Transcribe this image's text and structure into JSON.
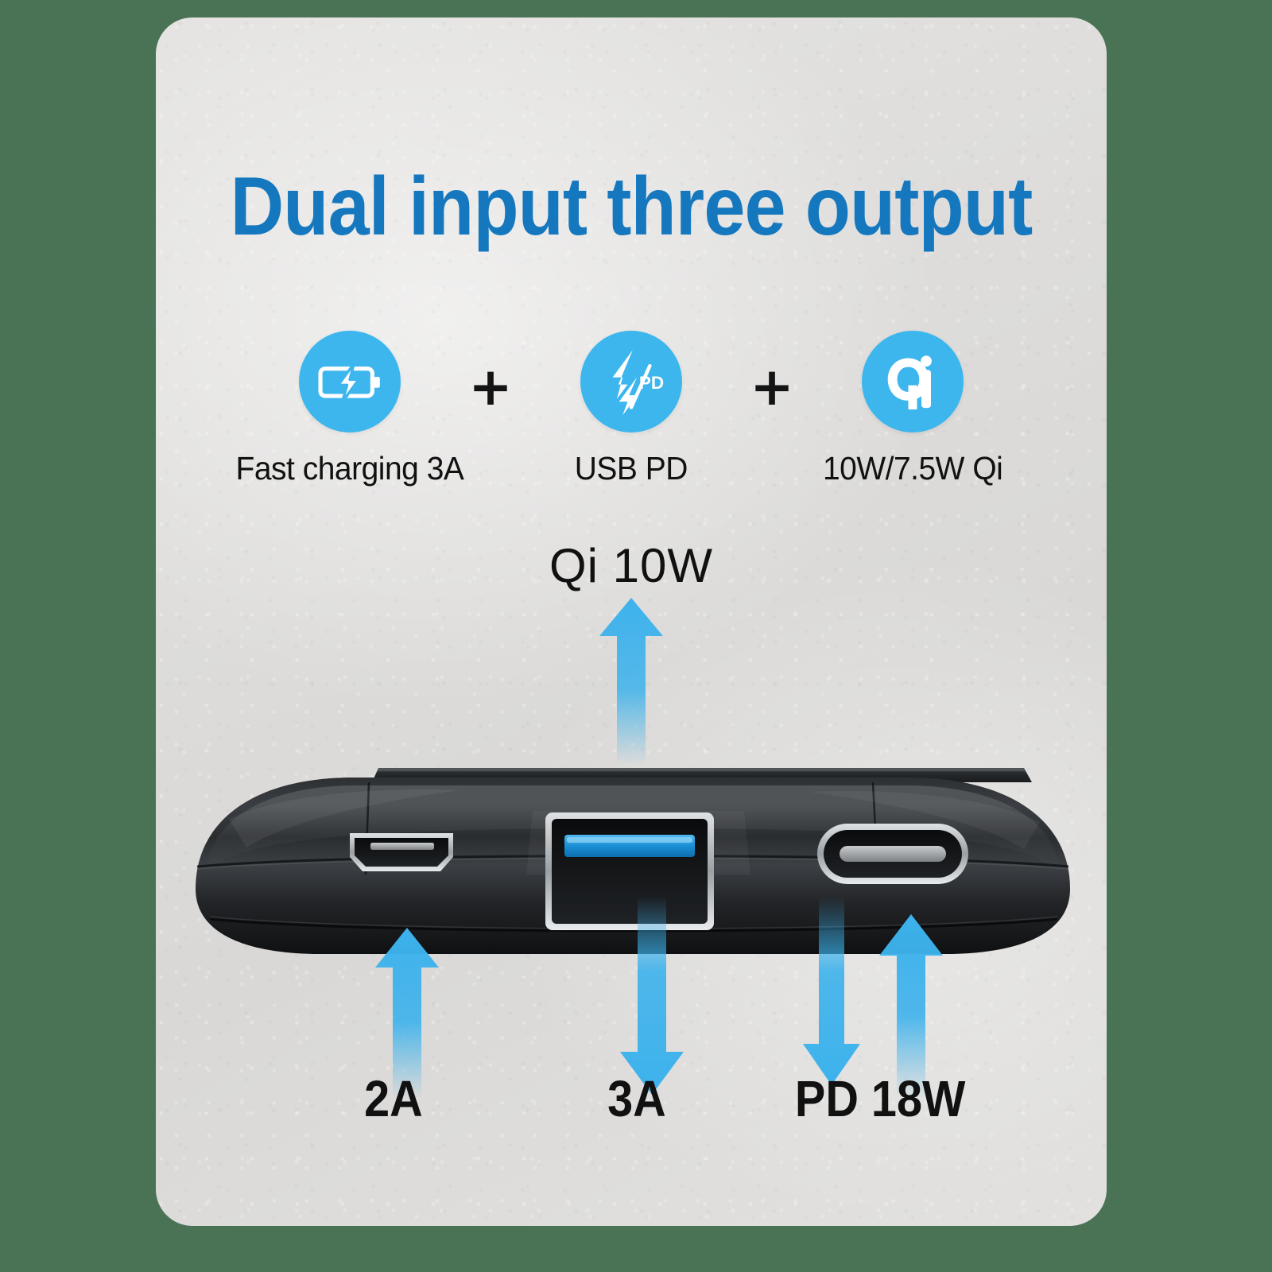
{
  "card": {
    "background_color": "#dedddb",
    "outside_color": "#4a7355"
  },
  "title": {
    "text": "Dual input three output",
    "color": "#1578be"
  },
  "features": {
    "accent_color": "#3db6ee",
    "items": [
      {
        "icon": "battery-charging-icon",
        "label": "Fast charging 3A"
      },
      {
        "icon": "usb-pd-bolt-icon",
        "badge": "PD",
        "label": "USB PD"
      },
      {
        "icon": "qi-wireless-icon",
        "glyph": "Qi",
        "label": "10W/7.5W Qi"
      }
    ],
    "separators": [
      "+",
      "+"
    ]
  },
  "wireless_output": {
    "label": "Qi  10W",
    "arrow": "arrow-up",
    "arrow_color": "#3db2ec"
  },
  "device": {
    "name": "power-bank",
    "body_color": "#1d1f21",
    "ports": [
      {
        "name": "micro-usb-port",
        "type": "micro-usb"
      },
      {
        "name": "usb-a-port",
        "type": "usb-a",
        "insert_color": "#1f8fd8"
      },
      {
        "name": "usb-c-port",
        "type": "usb-c"
      }
    ]
  },
  "port_flows": [
    {
      "name": "micro-usb-flow",
      "label": "2A",
      "directions": [
        "up"
      ]
    },
    {
      "name": "usb-a-flow",
      "label": "3A",
      "directions": [
        "down"
      ]
    },
    {
      "name": "usb-c-flow",
      "label": "PD 18W",
      "directions": [
        "down",
        "up"
      ]
    }
  ]
}
